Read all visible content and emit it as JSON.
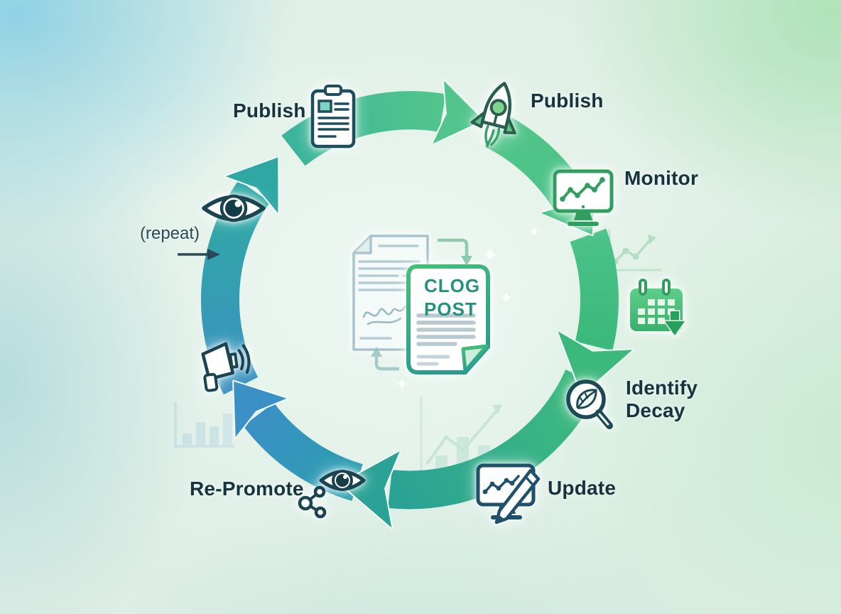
{
  "diagram": {
    "center_document": {
      "title_line1": "CLOG",
      "title_line2": "POST"
    },
    "repeat_note": "(repeat)",
    "steps": [
      {
        "label": "Publish",
        "icon": "clipboard-icon"
      },
      {
        "label": "Publish",
        "icon": "rocket-icon"
      },
      {
        "label": "Monitor",
        "icon": "monitor-line-chart-icon"
      },
      {
        "label": "Identify Decay",
        "icon": "magnifier-leaf-icon"
      },
      {
        "label": "Update",
        "icon": "monitor-edit-pencil-icon"
      },
      {
        "label": "Re-Promote",
        "icon": "eye-share-icon"
      }
    ],
    "colors": {
      "arc_green": "#4cc287",
      "arc_teal": "#2fa3a8",
      "arc_blue": "#3b91c4",
      "icon_dark_stroke": "#1c4350",
      "icon_green_stroke": "#2f9e5f",
      "label_text": "#17333e",
      "doc_title_text": "#24927f"
    }
  }
}
